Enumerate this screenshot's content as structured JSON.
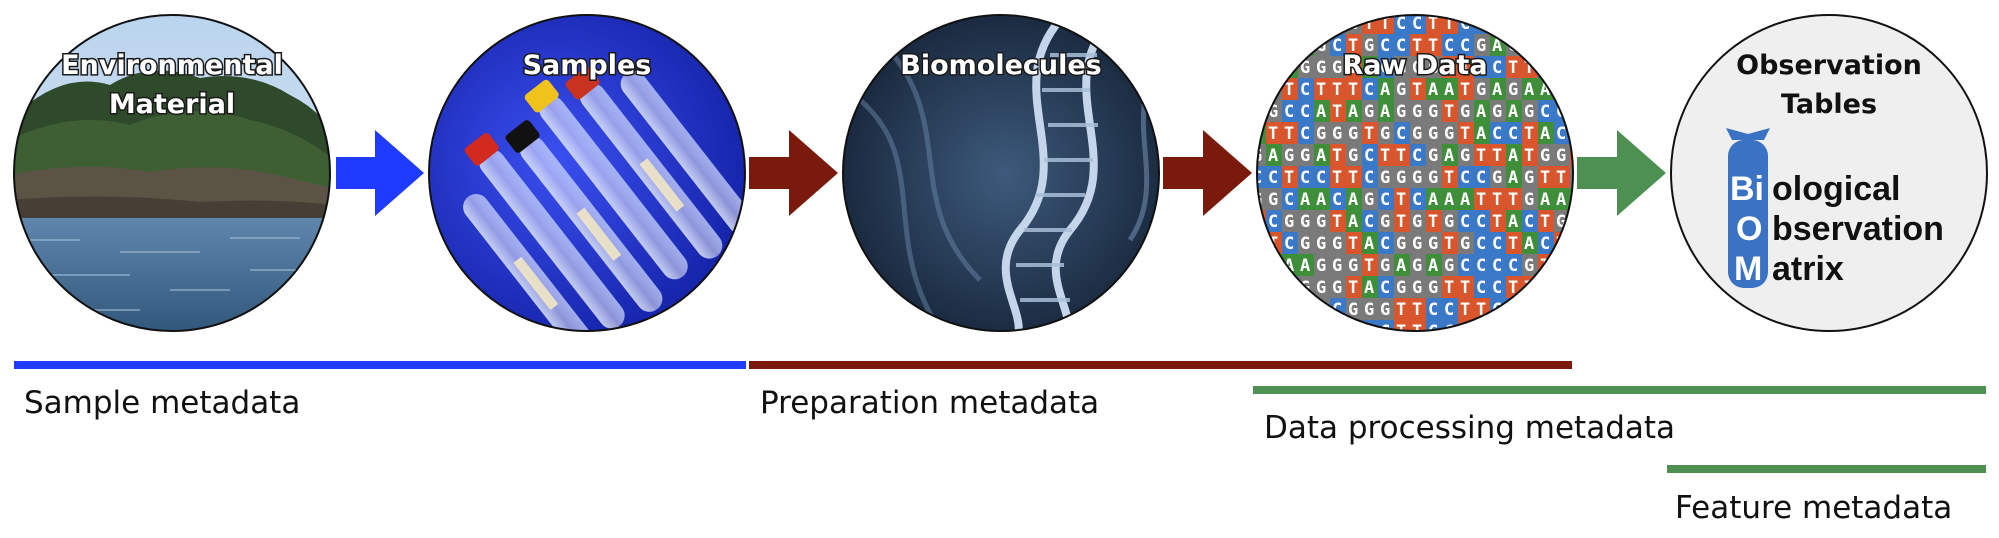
{
  "stages": [
    {
      "id": "environmental",
      "title_lines": [
        "Environmental",
        "Material"
      ]
    },
    {
      "id": "samples",
      "title_lines": [
        "Samples"
      ]
    },
    {
      "id": "biomolecules",
      "title_lines": [
        "Biomolecules"
      ]
    },
    {
      "id": "raw-data",
      "title_lines": [
        "Raw Data"
      ]
    },
    {
      "id": "observation",
      "title_lines": [
        "Observation",
        "Tables"
      ]
    }
  ],
  "biom_logo": {
    "rows": [
      {
        "cap": "Bi",
        "rest": "ological"
      },
      {
        "cap": "O",
        "rest": "bservation"
      },
      {
        "cap": "M",
        "rest": "atrix"
      }
    ]
  },
  "dna_sequences": [
    "CTGCGGGTTCCTTCCTGGTTC",
    "GCAAGCTGCCTTCCGAGTTAC",
    "GTAGGGTACGGGTTCCTTCCG",
    "CGTCTTTCAGTAATGAGAATC",
    "TGCCATAGAGGGTGAGAGCCC",
    "ATTCGGGTGCGGGTACCTACT",
    "GAGGATGCTTCGAGTTATGGT",
    "CCTCCTTCGGGGTCCGAGTTG",
    "GGCAACAGCTCAAATTTGAAA",
    "TCGGGTACGTGTGCCTACTGA",
    "CTCGGGTACGGGTGCCTACTG",
    "GAAAGGGTGAGAGCCCCGTCT",
    "AGCGGGTACGGGTTCCTTCCG",
    "GGGTGCGGGTTCCTTCCTGGC",
    "CCTGGTTCCTTCCTGGTTCCT"
  ],
  "dna_colors": {
    "A": "#3f8f3a",
    "C": "#3a78c8",
    "G": "#7a7a7a",
    "T": "#d9552b"
  },
  "arrow_colors": [
    "#1f3bff",
    "#7a1a0c",
    "#7a1a0c",
    "#4e8f52"
  ],
  "metadata": [
    {
      "id": "sample",
      "label": "Sample metadata",
      "color": "#1f3bff"
    },
    {
      "id": "preparation",
      "label": "Preparation metadata",
      "color": "#7a1a0c"
    },
    {
      "id": "data-processing",
      "label": "Data processing metadata",
      "color": "#4e8f52"
    },
    {
      "id": "feature",
      "label": "Feature metadata",
      "color": "#4e8f52"
    }
  ],
  "colors": {
    "blue": "#1f3bff",
    "maroon": "#7a1a0c",
    "green": "#4e8f52",
    "biom_blue": "#3a72c4"
  }
}
